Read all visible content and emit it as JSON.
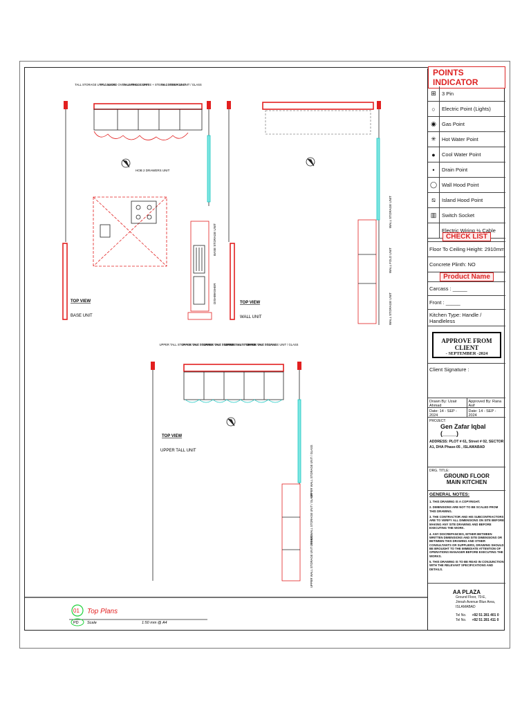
{
  "title_block": {
    "points_indicator_title": "POINTS INDICATOR",
    "legend": [
      {
        "icon": "3-pin-icon",
        "symbol": "⊞",
        "label": "3 Pin"
      },
      {
        "icon": "electric-point-icon",
        "symbol": "○",
        "label": "Electric Point (Lights)"
      },
      {
        "icon": "gas-point-icon",
        "symbol": "◉",
        "label": "Gas Point"
      },
      {
        "icon": "hot-water-point-icon",
        "symbol": "✳",
        "label": "Hot Water Point"
      },
      {
        "icon": "cool-water-point-icon",
        "symbol": "●",
        "label": "Cool Water Point"
      },
      {
        "icon": "drain-point-icon",
        "symbol": "•",
        "label": "Drain Point"
      },
      {
        "icon": "wall-hood-point-icon",
        "symbol": "◯",
        "label": "Wall Hood Point"
      },
      {
        "icon": "island-hood-point-icon",
        "symbol": "⧅",
        "label": "Island Hood Point"
      },
      {
        "icon": "switch-socket-icon",
        "symbol": "▥",
        "label": "Switch Socket"
      },
      {
        "icon": "electric-wiring-icon",
        "symbol": "",
        "label": "Electric Wiring ⅛ Cable"
      }
    ],
    "check_list_title": "CHECK LIST",
    "floor_to_ceiling": "Floor To Ceiling Height: 2910mm",
    "concrete_plinth": "Concrete Plinth: NO",
    "product_name_title": "Product Name",
    "carcass": "Carcass : _____",
    "front": "Front : _____",
    "kitchen_type": "Kitchen Type: Handle / Handleless",
    "approve_title": "APPROVE FROM CLIENT",
    "approve_date": "- SEPTEMBER -2024",
    "client_signature": "Client Signature :",
    "drawn_by": "Drawn By: Uzair Ahmad",
    "approved_by": "Approved By: Rana Asif",
    "date_left": "Date: 14 - SEP - 2024",
    "date_right": "Date: 14 - SEP - 2024",
    "project_label": "PROJECT:",
    "project_name": "Gen Zafar Iqbal  (____)",
    "address": "ADDRESS:  PLOT # 61, Street # 02, SECTOR A1, DHA Phase-05 , ISLAMABAD",
    "drg_title_label": "DRG. TITLE:",
    "drg_title_1": "GROUND FLOOR",
    "drg_title_2": "MAIN KITCHEN",
    "general_notes_title": "GENERAL NOTES:",
    "notes": [
      "1.   THIS DRAWING IS A COPYRIGHT.",
      "2.   DIMENSIONS ARE NOT TO BE SCALED FROM THIS DRAWING.",
      "3.   THE CONTRACTOR AND HIS SUBCONTRACTORS ARE TO VERIFY ALL DIMENSIONS ON SITE BEFORE MAKING ANY SITE DRAWING AND BEFORE EXECUTING THE WORK.",
      "4.   ANY DISCREPANCIES, EITHER BETWEEN WRITTEN DIMENSIONS AND SITE DIMENSIONS OR BETWEEN THIS DRAWING AND OTHER CONSULTANTS OR SUPPLIERS, DRAWING SHOULD BE BROUGHT TO THE IMMEDIATE ATTENTION OF OPERATIONS MANAGER BEFORE EXECUTING THE WORKS.",
      "5.   THIS DRAWING IS TO BE READ IN CONJUNCTION WITH THE RELEVANT SPECIFICATIONS AND DETAILS."
    ],
    "company_name": "AA PLAZA",
    "company_addr_1": "Ground Floor, 70-E,",
    "company_addr_2": "Jinnah Avenue Blue Area,",
    "company_addr_3": "ISLAMABAD",
    "tel_label_1": "Tel No.",
    "tel_1": "+92 51 281 401 0",
    "tel_label_2": "Tel No.",
    "tel_2": "+92 51 281 411 0"
  },
  "footer": {
    "sheet_number": "01",
    "title": "Top Plans",
    "pd": "PD",
    "scale_label": "Scale",
    "scale_value": "1:50 mm @ A4"
  },
  "views": {
    "base": {
      "title": "TOP VIEW",
      "subtitle": "BASE UNIT",
      "labels": [
        "TALL STORAGE UNIT / GLASS",
        "TALL MICRO OVEN UNIT",
        "TALL FRIDGE UNIT",
        "TALL COFFEE + STEAM COOKER UNIT",
        "TALL STORAGE UNIT / GLASS"
      ],
      "hob_label": "HOB 2 DRAWERS UNIT",
      "base_storage": "BASE STORAGE UNIT",
      "dishwasher": "DISHWASHER"
    },
    "wall": {
      "title": "TOP VIEW",
      "subtitle": "WALL UNIT",
      "side_labels": [
        "WALL STORAGE UNIT",
        "WALL FOLD UNIT",
        "WALL STORAGE UNIT"
      ]
    },
    "upper": {
      "title": "TOP VIEW",
      "subtitle": "UPPER TALL UNIT",
      "labels": [
        "UPPER TALL STORAGE UNIT / GLASS",
        "UPPER TALL STORAGE UNIT / GLASS",
        "UPPER TALL STORAGE UNIT / GLASS",
        "UPPER TALL STORAGE UNIT / GLASS",
        "UPPER TALL STORAGE UNIT / GLASS"
      ],
      "side_labels": [
        "UPPER WALL STORAGE UNIT / GLASS",
        "UPPER WALL STORAGE UNIT / GLASS",
        "UPPER WALL STORAGE UNIT / GLASS"
      ]
    }
  },
  "colors": {
    "red": "#e21f1f",
    "cyan": "#19c7c2",
    "line": "#222222"
  }
}
